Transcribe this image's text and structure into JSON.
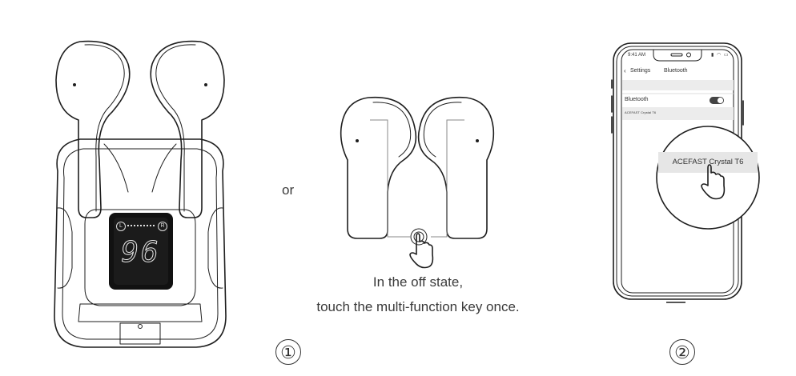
{
  "step1": {
    "or_label": "or",
    "caption_line1": "In the off state,",
    "caption_line2": "touch the multi-function key once.",
    "display_digits": "96",
    "left_badge": "L",
    "right_badge": "R",
    "step_number": "①"
  },
  "step2": {
    "status_time": "9:41 AM",
    "nav_back": "Settings",
    "nav_title": "Bluetooth",
    "toggle_label": "Bluetooth",
    "device_list_label": "ACEFAST Crystal T6",
    "zoom_device_name": "ACEFAST Crystal T6",
    "toggle_on": true,
    "step_number": "②"
  }
}
